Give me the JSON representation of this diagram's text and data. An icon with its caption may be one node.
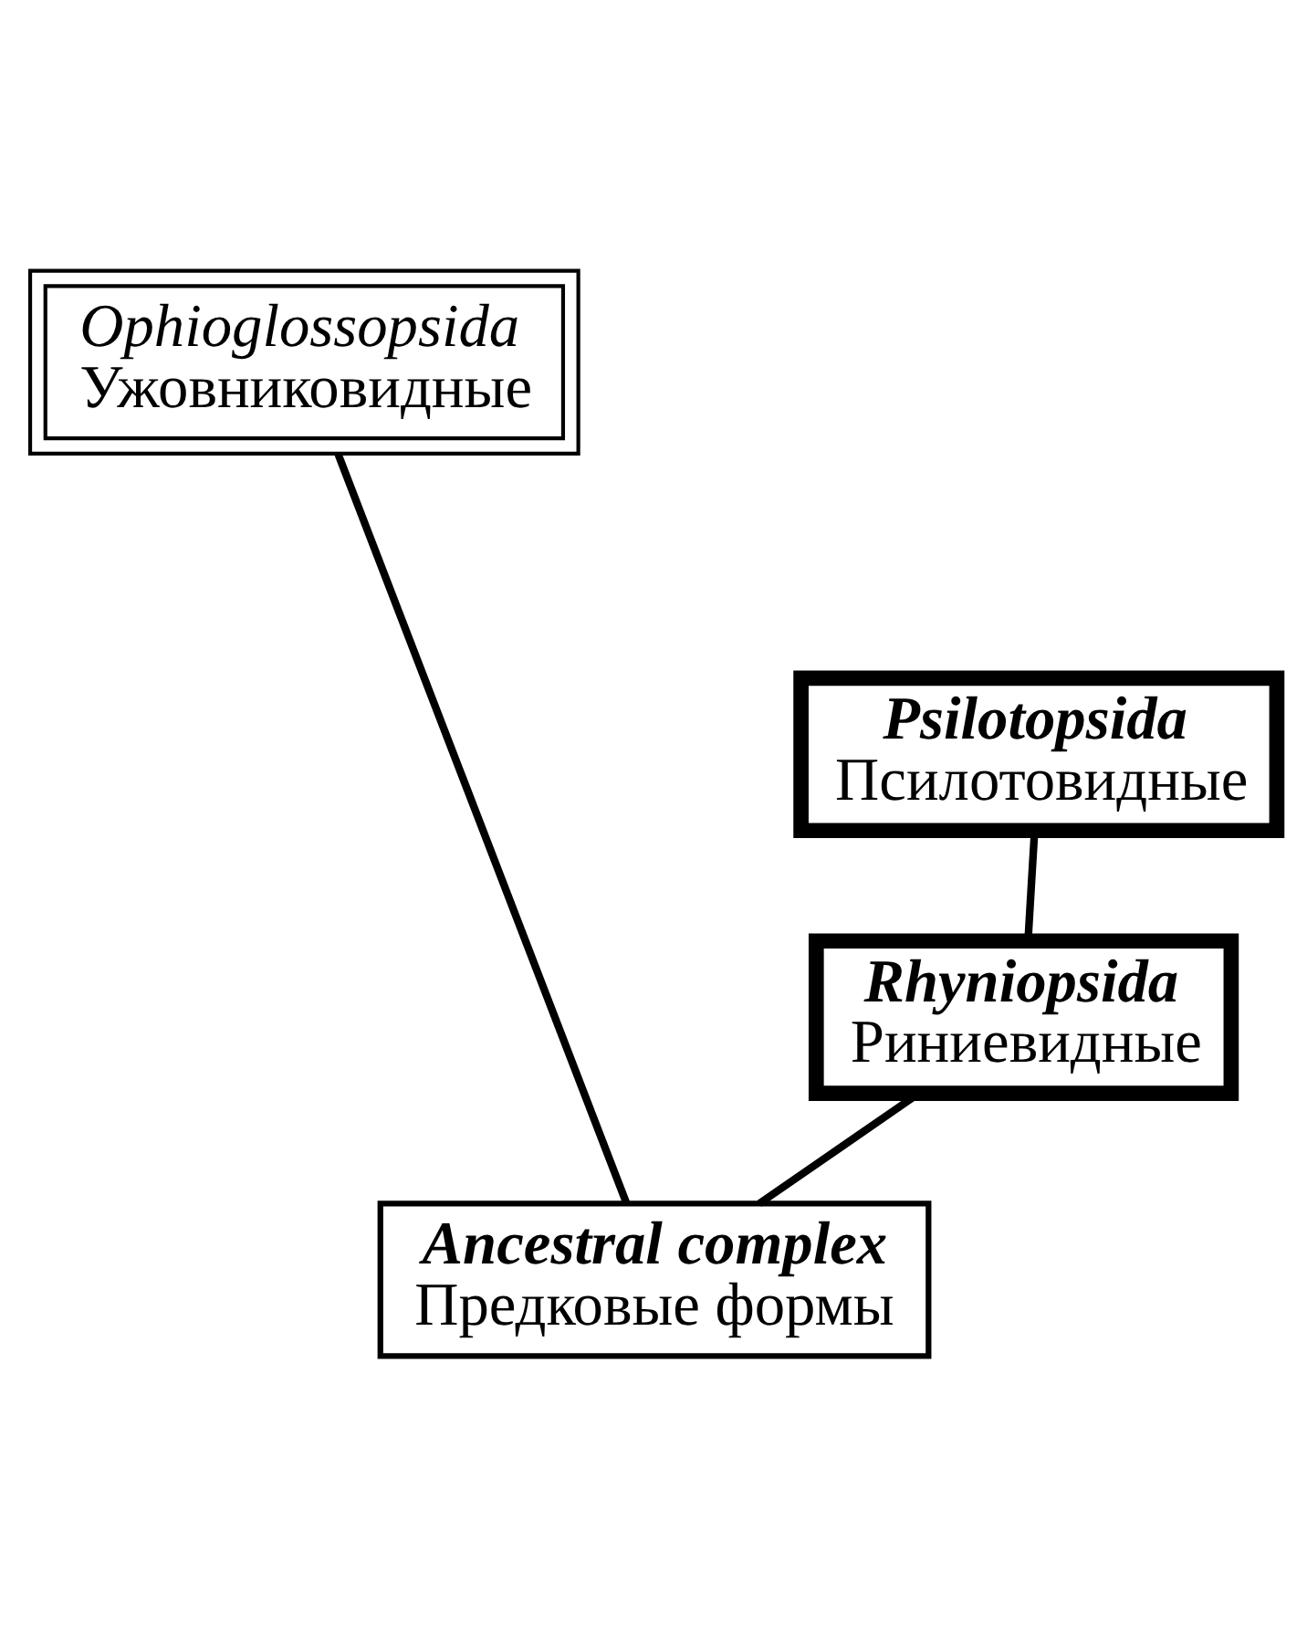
{
  "diagram": {
    "nodes": [
      {
        "text": [
          "Ophioglossopsida",
          "Ужовниковидные"
        ]
      },
      {
        "text": [
          "Psilotopsida",
          "Псилотовидные"
        ]
      },
      {
        "text": [
          "Rhyniopsida",
          "Риниевидные"
        ]
      },
      {
        "text": [
          "Ancestral complex",
          "Предковые формы"
        ]
      }
    ],
    "edges": [
      {
        "from": 3,
        "to": 2,
        "arrow": "none"
      },
      {
        "from": 2,
        "to": 1,
        "arrow": "none"
      },
      {
        "from": 3,
        "to": 0,
        "arrow": "none"
      }
    ]
  }
}
